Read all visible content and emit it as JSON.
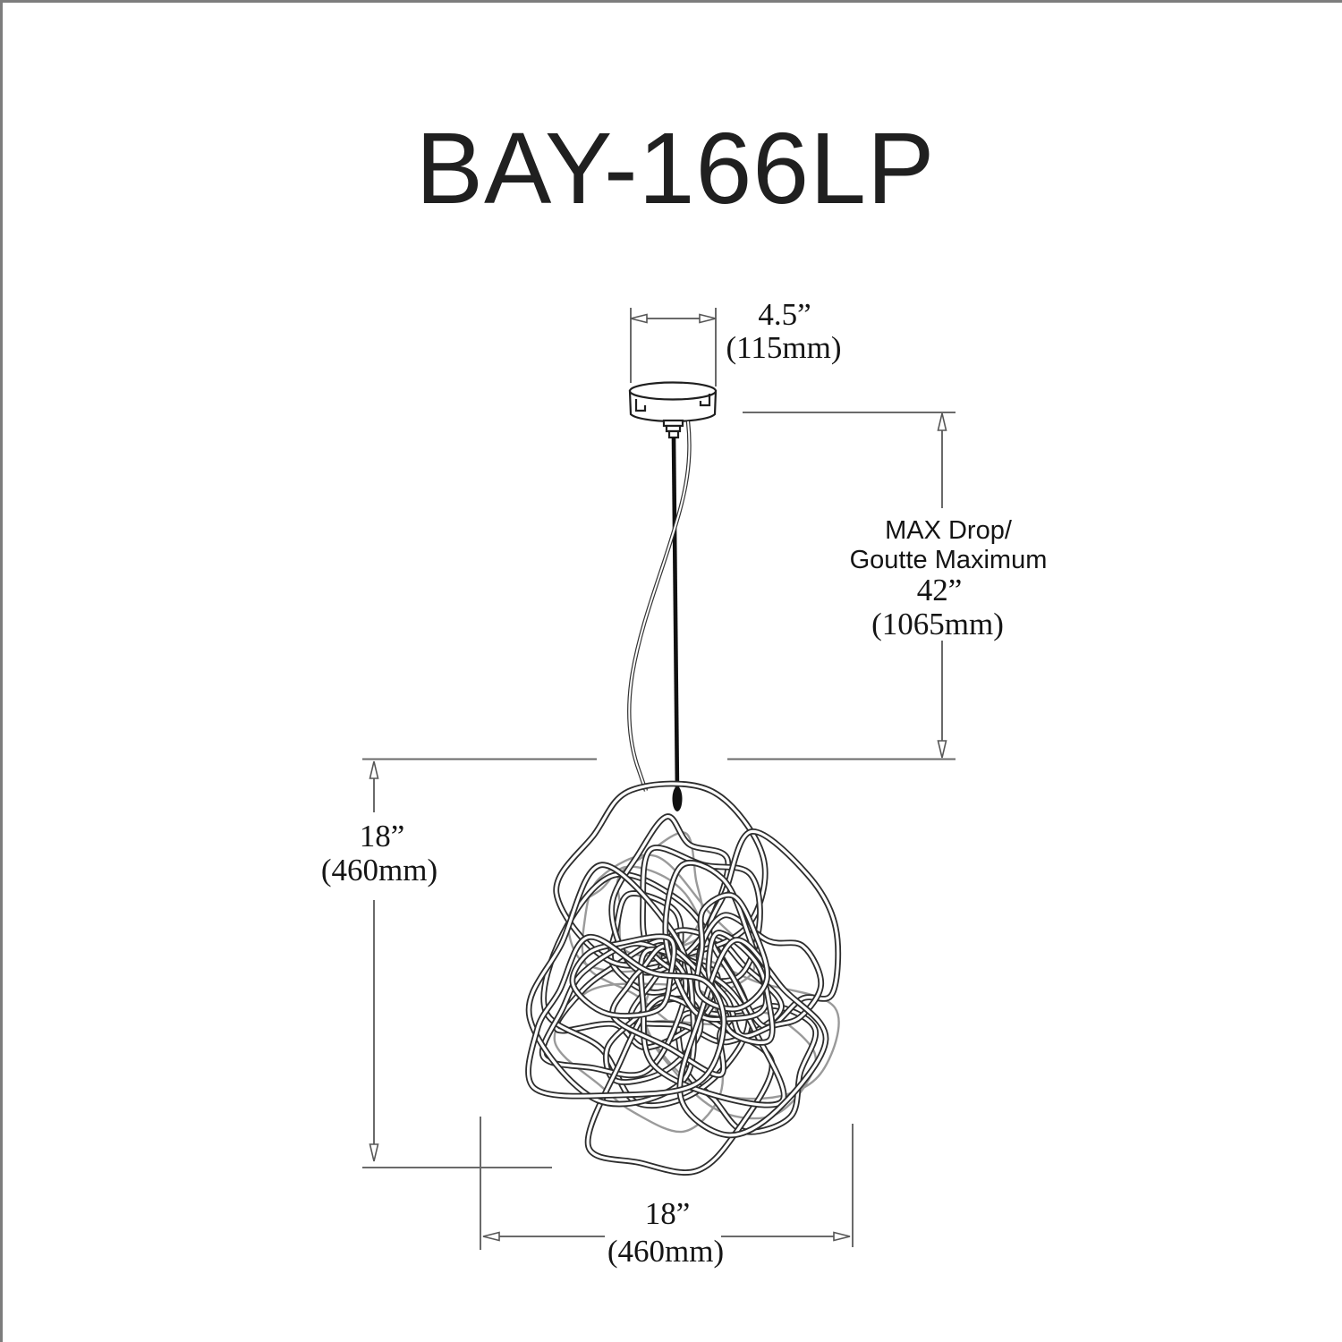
{
  "page": {
    "title": "BAY-166LP"
  },
  "dimensions": {
    "canopy_width": {
      "label_in": "4.5”",
      "label_mm": "(115mm)"
    },
    "max_drop": {
      "line1": "MAX Drop/",
      "line2": "Goutte Maximum",
      "label_in": "42”",
      "label_mm": "(1065mm)"
    },
    "fixture_height": {
      "label_in": "18”",
      "label_mm": "(460mm)"
    },
    "fixture_width": {
      "label_in": "18”",
      "label_mm": "(460mm)"
    }
  },
  "colors": {
    "ink": "#1f1f1f",
    "dimension_line": "#6a6a6a",
    "wire": "#2d2d2d"
  }
}
